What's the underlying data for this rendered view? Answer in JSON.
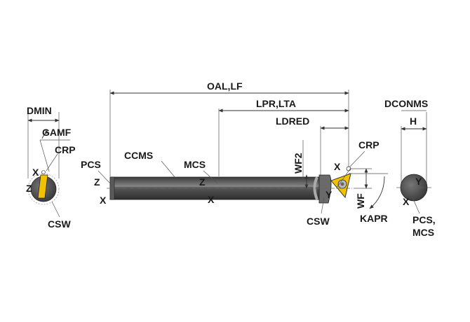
{
  "labels": {
    "dmin": "DMIN",
    "gamf": "GAMF",
    "crp_left": "CRP",
    "x_left": "X",
    "z_left": "Z",
    "csw_left": "CSW",
    "oal_lf": "OAL,LF",
    "lpr_lta": "LPR,LTA",
    "ldred": "LDRED",
    "pcs_main": "PCS",
    "ccms": "CCMS",
    "mcs": "MCS",
    "z_shank_left": "Z",
    "x_shank_left": "X",
    "z_shank_mid": "Z",
    "x_shank_mid": "X",
    "wf2": "WF2",
    "crp_right": "CRP",
    "x_head": "X",
    "y_head": "Y",
    "csw_right": "CSW",
    "wf": "WF",
    "kapr": "KAPR",
    "dconms": "DCONMS",
    "h": "H",
    "y_end": "Y",
    "x_end": "X",
    "pcs_end_1": "PCS,",
    "pcs_end_2": "MCS"
  },
  "colors": {
    "shank": "#4a4a4a",
    "shank_highlight": "#8a8a8a",
    "insert": "#f2c200",
    "outline": "#222222"
  }
}
